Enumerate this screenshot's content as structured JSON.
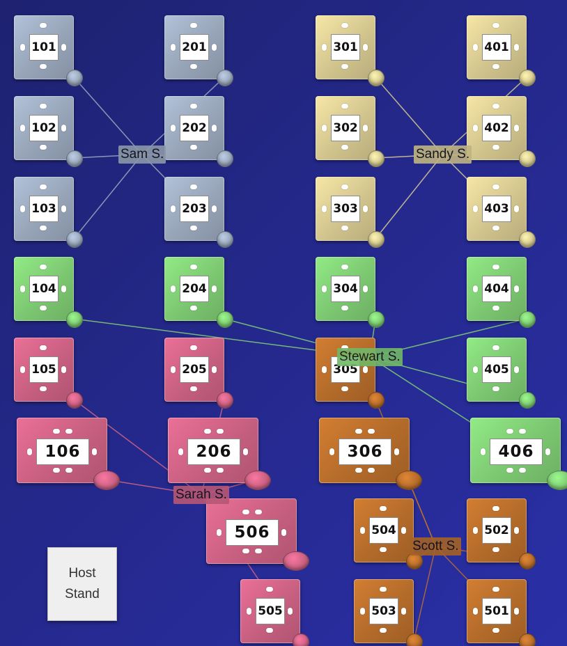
{
  "colors": {
    "slate": "#97a4b8",
    "tan": "#d1c48d",
    "green": "#7cc771",
    "pink": "#c75f80",
    "orange": "#b36b2a"
  },
  "tables": [
    {
      "label": "101",
      "color": "slate",
      "shape": "square"
    },
    {
      "label": "201",
      "color": "slate",
      "shape": "square"
    },
    {
      "label": "301",
      "color": "tan",
      "shape": "square"
    },
    {
      "label": "401",
      "color": "tan",
      "shape": "square"
    },
    {
      "label": "102",
      "color": "slate",
      "shape": "square"
    },
    {
      "label": "202",
      "color": "slate",
      "shape": "square"
    },
    {
      "label": "302",
      "color": "tan",
      "shape": "square"
    },
    {
      "label": "402",
      "color": "tan",
      "shape": "square"
    },
    {
      "label": "103",
      "color": "slate",
      "shape": "square"
    },
    {
      "label": "203",
      "color": "slate",
      "shape": "square"
    },
    {
      "label": "303",
      "color": "tan",
      "shape": "square"
    },
    {
      "label": "403",
      "color": "tan",
      "shape": "square"
    },
    {
      "label": "104",
      "color": "green",
      "shape": "square"
    },
    {
      "label": "204",
      "color": "green",
      "shape": "square"
    },
    {
      "label": "304",
      "color": "green",
      "shape": "square"
    },
    {
      "label": "404",
      "color": "green",
      "shape": "square"
    },
    {
      "label": "105",
      "color": "pink",
      "shape": "square"
    },
    {
      "label": "205",
      "color": "pink",
      "shape": "square"
    },
    {
      "label": "305",
      "color": "orange",
      "shape": "square"
    },
    {
      "label": "405",
      "color": "green",
      "shape": "square"
    },
    {
      "label": "106",
      "color": "pink",
      "shape": "rect"
    },
    {
      "label": "206",
      "color": "pink",
      "shape": "rect"
    },
    {
      "label": "306",
      "color": "orange",
      "shape": "rect"
    },
    {
      "label": "406",
      "color": "green",
      "shape": "rect"
    },
    {
      "label": "506",
      "color": "pink",
      "shape": "rect"
    },
    {
      "label": "504",
      "color": "orange",
      "shape": "square"
    },
    {
      "label": "502",
      "color": "orange",
      "shape": "square"
    },
    {
      "label": "505",
      "color": "pink",
      "shape": "square"
    },
    {
      "label": "503",
      "color": "orange",
      "shape": "square"
    },
    {
      "label": "501",
      "color": "orange",
      "shape": "square"
    }
  ],
  "servers": [
    {
      "name": "Sam S.",
      "color": "slate",
      "tables": [
        "101",
        "201",
        "102",
        "202",
        "103",
        "203"
      ]
    },
    {
      "name": "Sandy S.",
      "color": "tan",
      "tables": [
        "301",
        "401",
        "302",
        "402",
        "303",
        "403"
      ]
    },
    {
      "name": "Stewart S.",
      "color": "green",
      "tables": [
        "104",
        "204",
        "304",
        "404",
        "405",
        "406"
      ]
    },
    {
      "name": "Sarah S.",
      "color": "pink",
      "tables": [
        "105",
        "205",
        "106",
        "206",
        "506",
        "505"
      ]
    },
    {
      "name": "Scott S.",
      "color": "orange",
      "tables": [
        "305",
        "306",
        "504",
        "502",
        "503",
        "501"
      ]
    }
  ],
  "host_stand": {
    "line1": "Host",
    "line2": "Stand"
  }
}
